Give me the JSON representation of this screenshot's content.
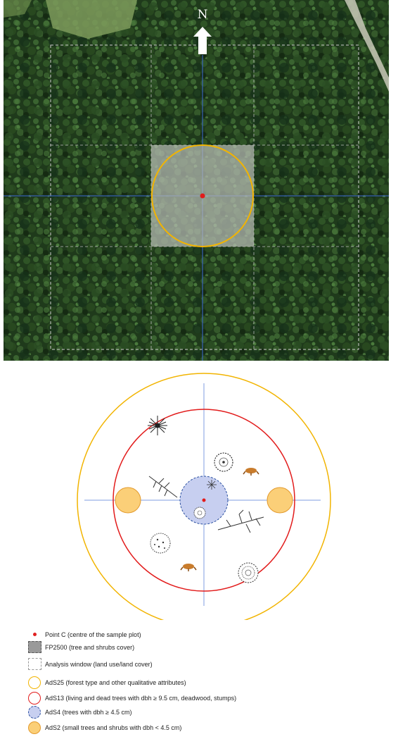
{
  "aerial": {
    "north_label": "N",
    "north_icon": "north-arrow-icon",
    "colors": {
      "forest": "#1f3a1b",
      "plot_square": "#9aa19a",
      "yellow": "#f2b400",
      "point": "#e21b1b",
      "crosshair": "#3d6ad6"
    }
  },
  "scheme": {
    "colors": {
      "yellow": "#f2b400",
      "red": "#e21b1b",
      "blue_fill": "#c7cff0",
      "orange_fill": "#fbcf78",
      "axis": "#7f9ee0"
    },
    "symbols": [
      "tree-crown-icon",
      "shrub-icon",
      "stump-icon",
      "deadwood-branch-icon",
      "small-tree-icon"
    ]
  },
  "legend": {
    "items": [
      {
        "symbol": "dot",
        "label": "Point C (centre of the sample plot)"
      },
      {
        "symbol": "sq-grey",
        "label": "FP2500 (tree and shrubs cover)"
      },
      {
        "symbol": "sq-dash",
        "label": "Analysis window (land use/land cover)"
      },
      {
        "symbol": "c-yel",
        "label": "AdS25 (forest type and other qualitative attributes)"
      },
      {
        "symbol": "c-red",
        "label": "AdS13 (living and dead trees with dbh ≥ 9.5 cm, deadwood, stumps)"
      },
      {
        "symbol": "c-blue",
        "label": "AdS4 (trees with dbh ≥ 4.5 cm)"
      },
      {
        "symbol": "c-orange",
        "label": "AdS2 (small trees and shrubs with dbh < 4.5 cm)"
      }
    ]
  }
}
